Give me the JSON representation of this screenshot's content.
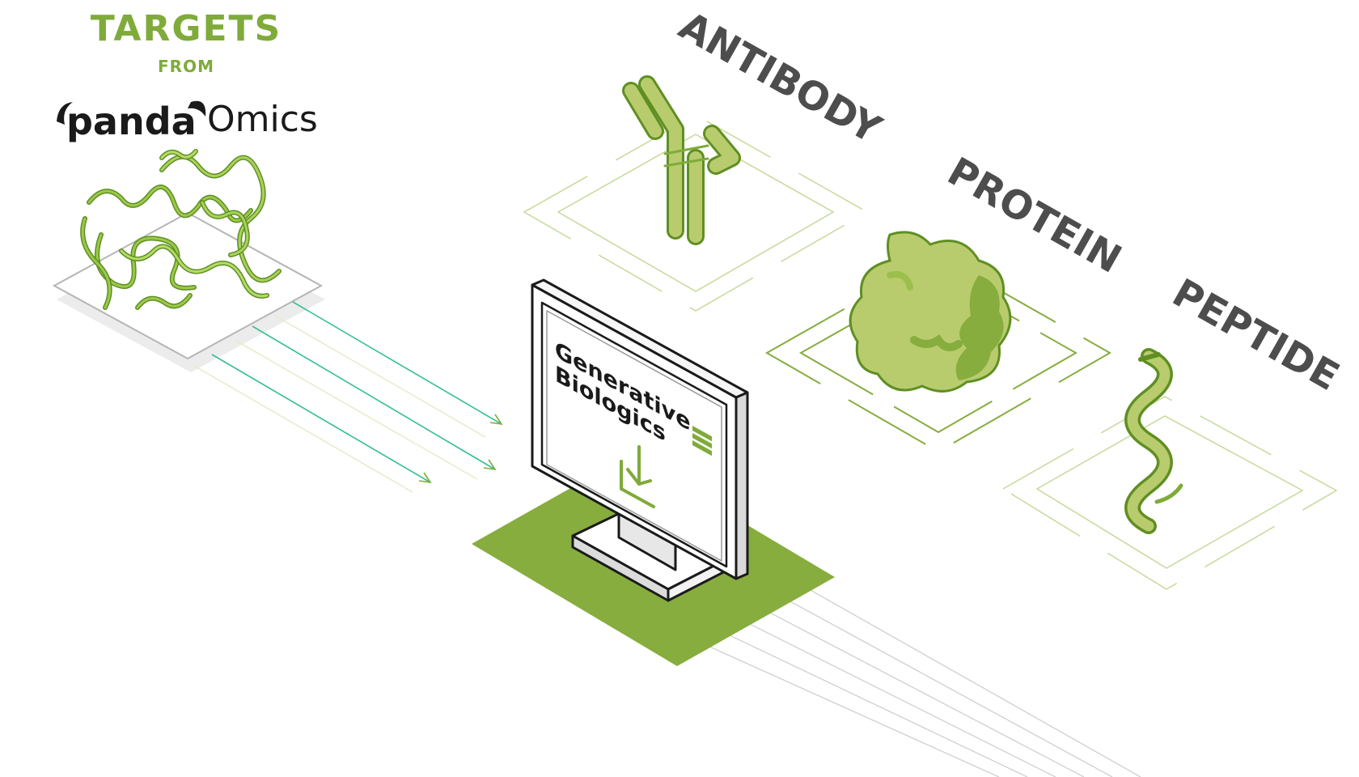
{
  "header": {
    "title": "TARGETS",
    "subtitle": "FROM",
    "brand_part1": "panda",
    "brand_part2": "Omics"
  },
  "monitor": {
    "line1": "Generative",
    "line2": "Biologics"
  },
  "labels": {
    "antibody": "ANTIBODY",
    "protein": "PROTEIN",
    "peptide": "PEPTIDE"
  },
  "colors": {
    "green_dark": "#7fab3a",
    "green_light": "#b8cc6e",
    "green_mid": "#9bbf4a",
    "label_gray": "#4d4d4d",
    "teal_arrow": "#37c08e",
    "platform_green": "#86ad3e",
    "brand_black": "#1a1a1a"
  },
  "icons": {
    "target_structure": "protein-ribbon-icon",
    "antibody": "antibody-icon",
    "protein": "protein-blob-icon",
    "peptide": "helix-icon",
    "download": "download-arrow-icon",
    "insilico_logo": "insilico-logo-icon"
  }
}
